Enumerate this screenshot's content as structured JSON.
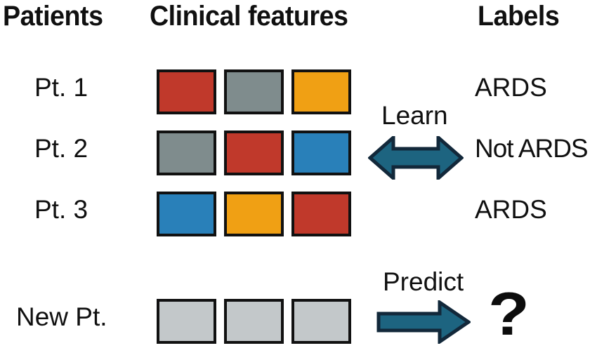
{
  "headers": {
    "patients": "Patients",
    "features": "Clinical features",
    "labels": "Labels"
  },
  "palette": {
    "red": "#C0392B",
    "gray": "#7F8C8D",
    "orange": "#F0A014",
    "blue": "#2980B9",
    "unknown_gray": "#C3C8CA",
    "box_border": "#111111",
    "arrow_fill": "#1D6480",
    "arrow_outline": "#12283A",
    "text": "#101010",
    "background": "#FFFFFF"
  },
  "rows": [
    {
      "patient": "Pt. 1",
      "features": [
        "#C0392B",
        "#7F8C8D",
        "#F0A014"
      ],
      "label": "ARDS"
    },
    {
      "patient": "Pt. 2",
      "features": [
        "#7F8C8D",
        "#C0392B",
        "#2980B9"
      ],
      "label": "Not ARDS"
    },
    {
      "patient": "Pt. 3",
      "features": [
        "#2980B9",
        "#F0A014",
        "#C0392B"
      ],
      "label": "ARDS"
    },
    {
      "patient": "New Pt.",
      "features": [
        "#C3C8CA",
        "#C3C8CA",
        "#C3C8CA"
      ],
      "label": "?"
    }
  ],
  "arrows": {
    "learn": {
      "caption": "Learn",
      "direction": "bidirectional"
    },
    "predict": {
      "caption": "Predict",
      "direction": "right"
    }
  },
  "unknown_label": "?"
}
